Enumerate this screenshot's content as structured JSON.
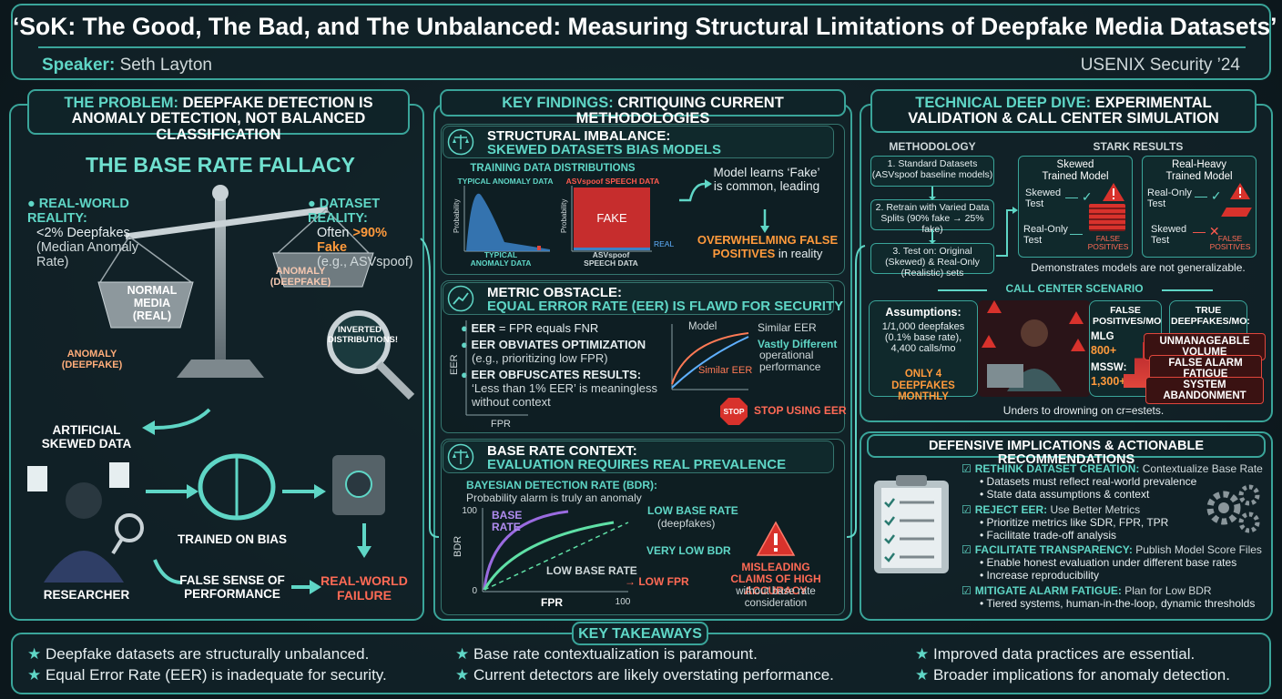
{
  "title": "‘SoK: The Good, The Bad, and The Unbalanced: Measuring Structural Limitations of Deepfake Media Datasets’",
  "speaker_label": "Speaker:",
  "speaker_name": "Seth Layton",
  "venue": "USENIX Security ’24",
  "problem": {
    "heading_a": "THE PROBLEM:",
    "heading_b": "DEEPFAKE DETECTION IS ANOMALY DETECTION, NOT BALANCED CLASSIFICATION",
    "fallacy_title": "THE BASE RATE FALLACY",
    "real_title": "REAL-WORLD REALITY:",
    "real_l1": "<2% Deepfakes",
    "real_l2": "(Median Anomaly Rate)",
    "dataset_title": "DATASET REALITY:",
    "dataset_l1a": "Often ",
    "dataset_l1b": ">90% Fake",
    "dataset_l2": "(e.g., ASVspoof)",
    "normal_label": "NORMAL MEDIA (REAL)",
    "anomaly_pan": "ANOMALY (DEEPFAKE)",
    "anomaly_left": "ANOMALY (DEEPFAKE)",
    "inverted": "INVERTED DISTRIBUTIONS!",
    "artificial": "ARTIFICIAL SKEWED DATA",
    "trained": "TRAINED ON BIAS",
    "researcher": "RESEARCHER",
    "false_sense": "FALSE SENSE OF PERFORMANCE",
    "real_world_failure": "REAL-WORLD FAILURE"
  },
  "findings": {
    "heading_a": "KEY FINDINGS:",
    "heading_b": "CRITIQUING CURRENT METHODOLOGIES",
    "imbalance": {
      "title1": "STRUCTURAL IMBALANCE:",
      "title2": "SKEWED DATASETS BIAS MODELS",
      "dist_title": "TRAINING DATA DISTRIBUTIONS",
      "typical_top": "TYPICAL ANOMALY DATA",
      "asv_top": "ASVspoof SPEECH DATA",
      "prob1": "Probability",
      "prob2": "Probability",
      "typical_bottom": "TYPICAL ANOMALY DATA",
      "asv_bottom": "ASVspoof SPEECH DATA",
      "fake": "FAKE",
      "real": "REAL",
      "learns": "Model learns ‘Fake’ is common, leading",
      "overwhelm": "OVERWHELMING FALSE POSITIVES",
      "in_reality": " in reality"
    },
    "metric": {
      "title1": "METRIC OBSTACLE:",
      "title2": "EQUAL ERROR RATE (EER) IS FLAWD FOR SECURITY",
      "b1a": "EER",
      "b1b": " = FPR equals FNR",
      "b2a": "EER OBVIATES OPTIMIZATION",
      "b2b": "(e.g., prioritizing low FPR)",
      "b3a": "EER OBFUSCATES RESULTS:",
      "b3b": "‘Less than 1% EER’ is meaningless without context",
      "eer_axis": "EER",
      "fpr_axis": "FPR",
      "model": "Model",
      "similar_top": "Similar EER",
      "similar_bottom": "Similar EER",
      "vastly": "Vastly Different",
      "operational": "operational performance",
      "stop": "STOP",
      "stop_using": "STOP USING EER"
    },
    "base": {
      "title1": "BASE RATE CONTEXT:",
      "title2": "EVALUATION REQUIRES REAL PREVALENCE",
      "bdr_title": "BAYESIAN DETECTION RATE (BDR):",
      "bdr_sub": "Probability alarm is truly an anomaly",
      "y_100": "100",
      "y_0": "0",
      "x_100": "100",
      "bdr_axis": "BDR",
      "fpr_axis": "FPR",
      "base_rate": "BASE RATE",
      "low_base_rate": "LOW BASE RATE",
      "deepfakes": "(deepfakes)",
      "very_low": "VERY LOW BDR",
      "low_base_rate2": "LOW BASE RATE",
      "low_fpr": "LOW FPR",
      "misleading": "MISLEADING CLAIMS OF HIGH ACCURACY",
      "without": "without base rate consideration"
    }
  },
  "technical": {
    "heading_a": "TECHNICAL DEEP DIVE:",
    "heading_b": "EXPERIMENTAL VALIDATION & CALL CENTER SIMULATION",
    "methodology": "METHODOLOGY",
    "stark": "STARK RESULTS",
    "step1": "1. Standard Datasets (ASVspoof baseline models)",
    "step2": "2. Retrain with Varied Data Splits (90% fake → 25% fake)",
    "step3": "3. Test on: Original (Skewed) & Real-Only (Realistic) sets",
    "skewed_model": "Skewed Trained Model",
    "realheavy_model": "Real-Heavy Trained Model",
    "skewed_test": "Skewed Test",
    "realonly_test": "Real-Only Test",
    "realonly_test2": "Real-Only Test",
    "skewed_test2": "Skewed Test",
    "false_pos": "FALSE POSITIVES",
    "false_pos2": "FALSE POSITIVES",
    "demonstrates": "Demonstrates models are not generalizable.",
    "call_center": "CALL CENTER SCENARIO",
    "assumptions": "Assumptions:",
    "assump_text": "1/1,000 deepfakes (0.1% base rate), 4,400 calls/mo",
    "only4": "ONLY 4 DEEPFAKES MONTHLY",
    "fp_mo": "FALSE POSITIVES/MO",
    "mlg": "MLG",
    "mlg_val": "800+",
    "mssw": "MSSW:",
    "mssw_val": "1,300+",
    "true_df": "TRUE DEEPFAKES/MO:",
    "r1": "UNMANAGEABLE VOLUME",
    "r2": "FALSE ALARM FATIGUE",
    "r3": "SYSTEM ABANDONMENT",
    "unders": "Unders to drowning on cr=estets."
  },
  "defensive": {
    "heading": "DEFENSIVE IMPLICATIONS & ACTIONABLE RECOMMENDATIONS",
    "items": [
      {
        "title": "RETHINK DATASET CREATION:",
        "rest": " Contextualize Base Rate",
        "bullets": [
          "Datasets must reflect real-world prevalence",
          "State data assumptions & context"
        ]
      },
      {
        "title": "REJECT EER:",
        "rest": " Use Better Metrics",
        "bullets": [
          "Prioritize metrics like SDR, FPR, TPR",
          "Facilitate trade-off analysis"
        ]
      },
      {
        "title": "FACILITATE TRANSPARENCY:",
        "rest": " Publish Model Score Files",
        "bullets": [
          "Enable honest evaluation under different base rates",
          "Increase reproducibility"
        ]
      },
      {
        "title": "MITIGATE ALARM FATIGUE:",
        "rest": " Plan for Low BDR",
        "bullets": [
          "Tiered systems, human-in-the-loop, dynamic thresholds"
        ]
      }
    ]
  },
  "takeaways": {
    "heading": "KEY TAKEAWAYS",
    "items": [
      "Deepfake datasets are structurally unbalanced.",
      "Equal Error Rate (EER) is inadequate for security.",
      "Base rate contextualization is paramount.",
      "Current detectors are likely overstating performance.",
      "Improved data practices are essential.",
      "Broader implications for anomaly detection."
    ]
  },
  "colors": {
    "accent": "#3aa59a",
    "accent_text": "#5fd6c6",
    "alert": "#e0463c",
    "warn": "#ff9a3c",
    "bg": "#0d1a20"
  }
}
